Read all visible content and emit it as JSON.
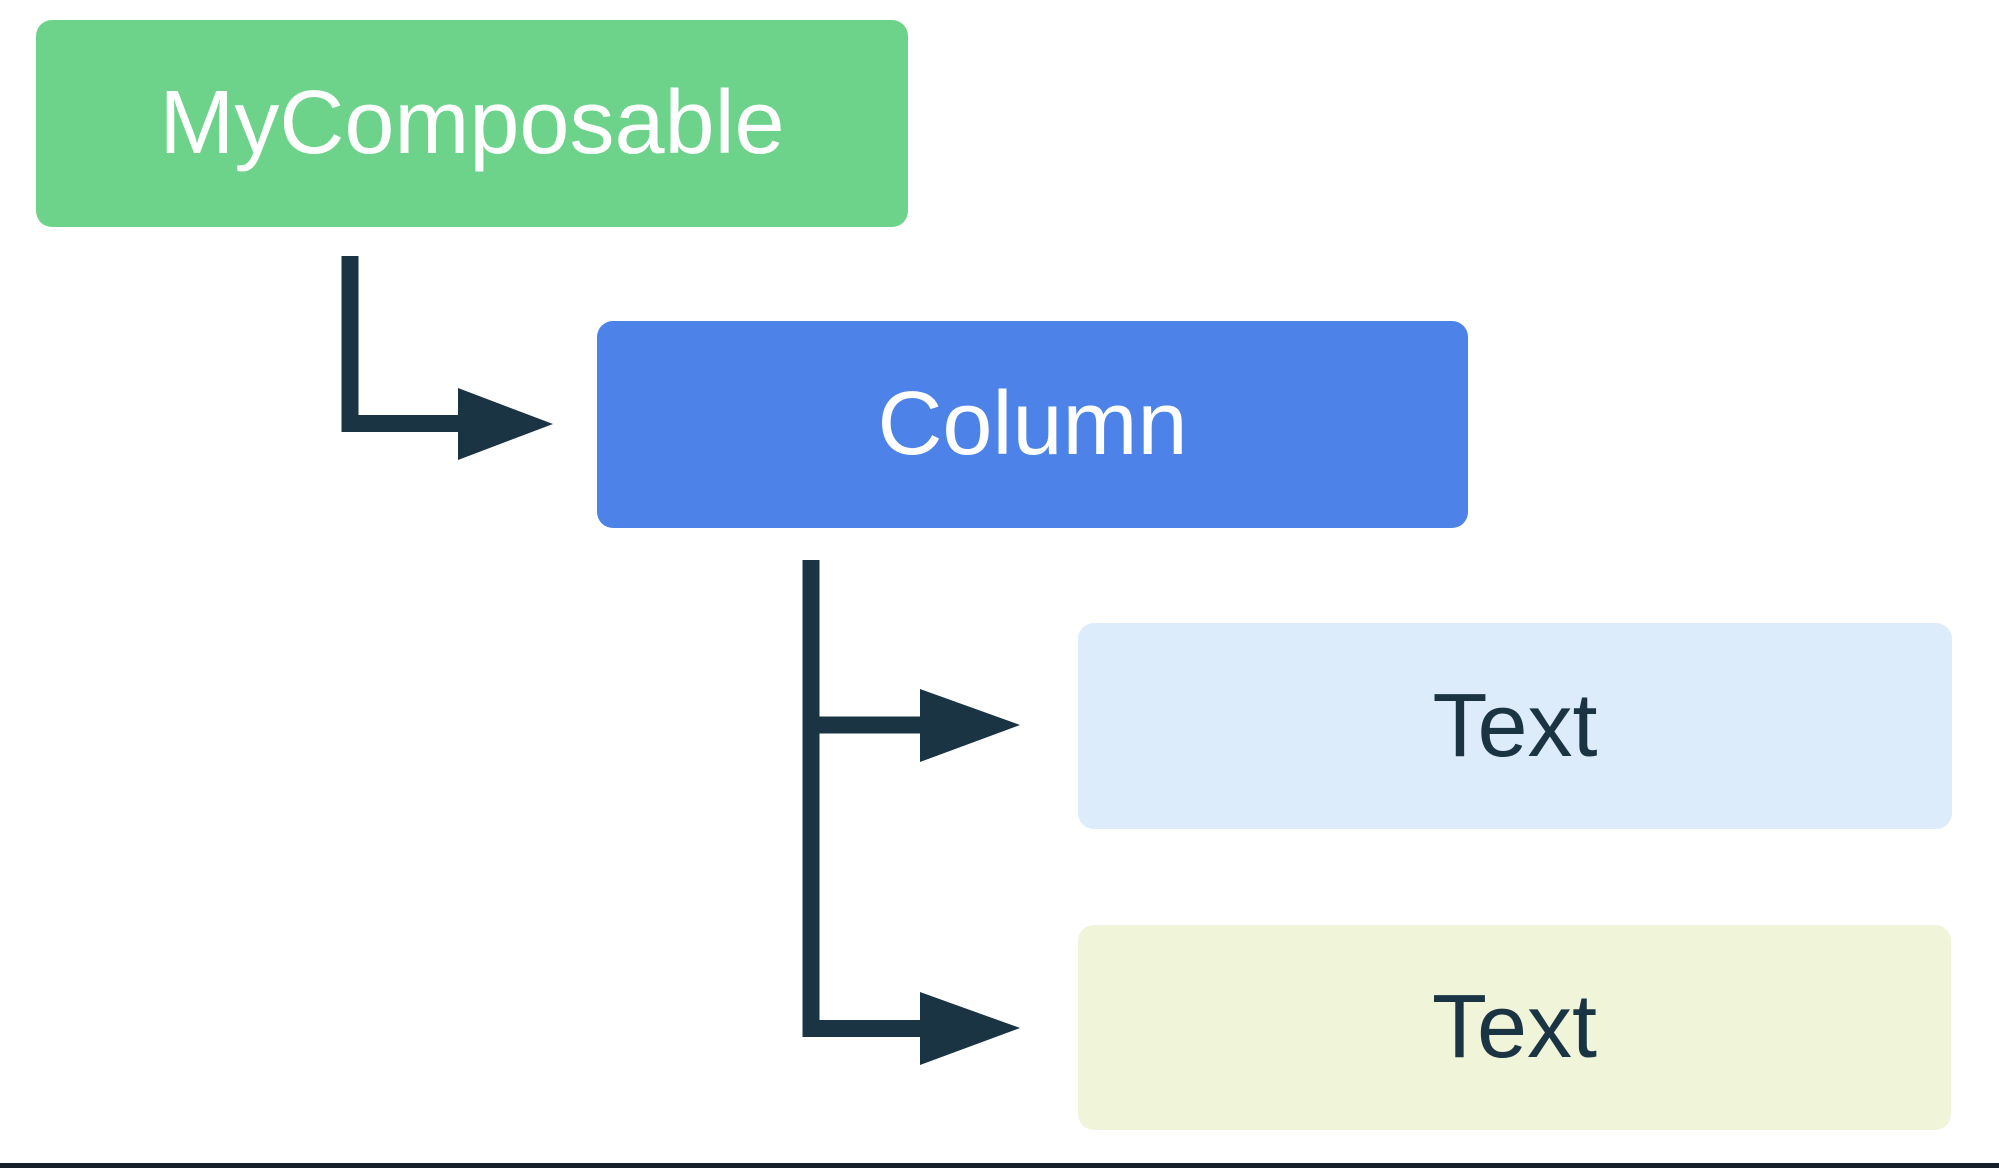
{
  "diagram": {
    "description": "UI hierarchy tree of composables",
    "nodes": [
      {
        "id": "mycomposable",
        "label": "MyComposable",
        "bg": "#6dd38b",
        "text_color": "#ffffff"
      },
      {
        "id": "column",
        "label": "Column",
        "bg": "#4d83e9",
        "text_color": "#ffffff"
      },
      {
        "id": "text1",
        "label": "Text",
        "bg": "#dcecfb",
        "text_color": "#1a3444"
      },
      {
        "id": "text2",
        "label": "Text",
        "bg": "#f0f4d8",
        "text_color": "#1a3444"
      }
    ],
    "edges": [
      {
        "from": "mycomposable",
        "to": "column"
      },
      {
        "from": "column",
        "to": "text1"
      },
      {
        "from": "column",
        "to": "text2"
      }
    ],
    "connector_color": "#1a3444",
    "footer_rule_color": "#15202b"
  }
}
